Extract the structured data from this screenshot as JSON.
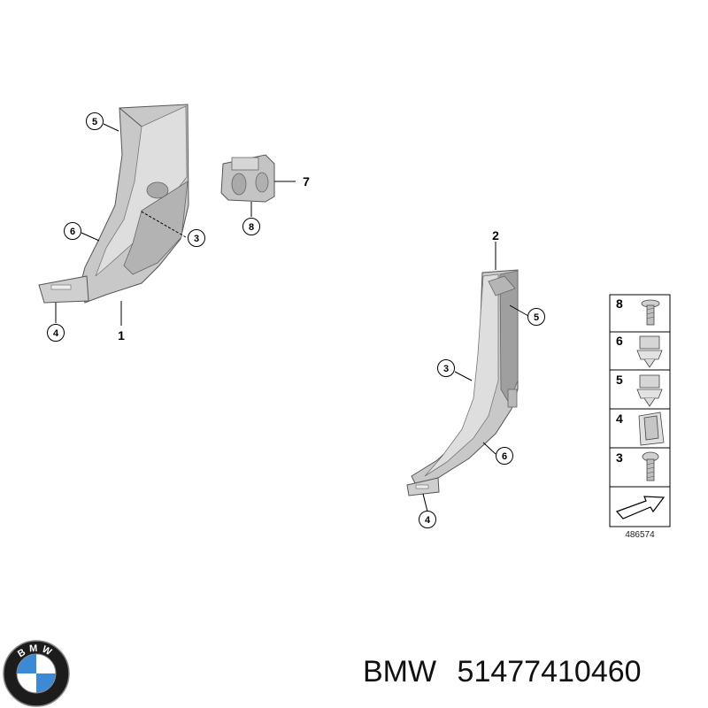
{
  "diagram": {
    "callouts_left": {
      "c5": "5",
      "c6": "6",
      "c3": "3",
      "c4": "4",
      "c7": "7",
      "c8": "8",
      "part1": "1"
    },
    "callouts_right": {
      "part2": "2",
      "c5": "5",
      "c3": "3",
      "c6": "6",
      "c4": "4"
    },
    "legend": {
      "items": [
        "8",
        "6",
        "5",
        "4",
        "3"
      ],
      "code": "486574"
    }
  },
  "logo": {
    "text": "BMW"
  },
  "caption": {
    "brand": "BMW",
    "part_number": "51477410460"
  },
  "colors": {
    "part_fill": "#c8c8c8",
    "part_dark": "#a9a9a9",
    "part_light": "#dedede",
    "outline": "#555555",
    "bmw_blue": "#3a8ad6",
    "bmw_ring": "#1c1c1c"
  }
}
